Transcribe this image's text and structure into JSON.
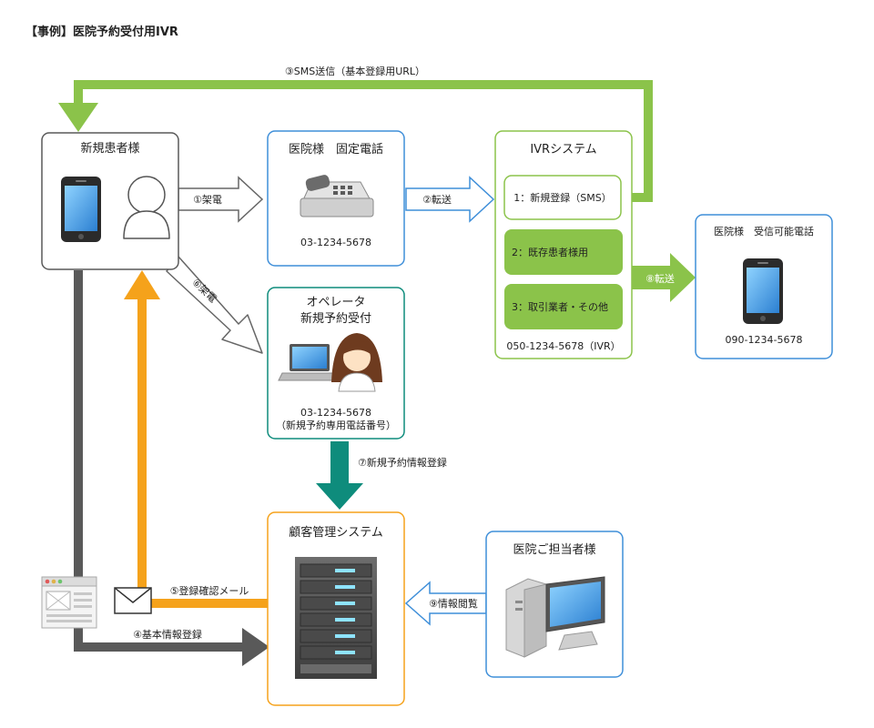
{
  "title": "【事例】医院予約受付用IVR",
  "colors": {
    "gray": "#595959",
    "green": "#8bc34a",
    "blue": "#3f8fd9",
    "teal": "#0e8c7c",
    "orange": "#f5a21b"
  },
  "icons": [
    "smartphone-icon",
    "person-icon",
    "desk-phone-icon",
    "laptop-icon",
    "operator-icon",
    "server-icon",
    "desktop-computer-icon",
    "email-envelope-icon",
    "web-form-icon"
  ],
  "nodes": {
    "patient": {
      "label": "新規患者様"
    },
    "clinic_phone": {
      "label": "医院様　固定電話",
      "number": "03-1234-5678"
    },
    "ivr": {
      "label": "IVRシステム",
      "options": [
        "1：新規登録（SMS）",
        "2：既存患者様用",
        "3：取引業者・その他"
      ],
      "number": "050-1234-5678（IVR）"
    },
    "receiver_phone": {
      "label": "医院様　受信可能電話",
      "number": "090-1234-5678"
    },
    "operator": {
      "line1": "オペレータ",
      "line2": "新規予約受付",
      "number": "03-1234-5678",
      "note": "（新規予約専用電話番号）"
    },
    "crm": {
      "label": "顧客管理システム"
    },
    "staff": {
      "label": "医院ご担当者様"
    }
  },
  "edges": {
    "e1": "①架電",
    "e2": "②転送",
    "e3": "③SMS送信（基本登録用URL）",
    "e4": "④基本情報登録",
    "e5": "⑤登録確認メール",
    "e6": "⑥架電",
    "e7": "⑦新規予約情報登録",
    "e8": "⑧転送",
    "e9": "⑨情報閲覧"
  }
}
